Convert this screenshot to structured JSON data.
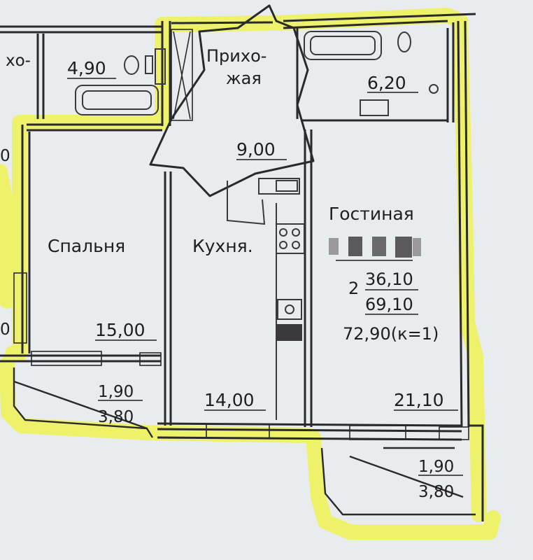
{
  "colors": {
    "paper": "#e9ecee",
    "wall": "#2a2a2e",
    "highlight": "#eef26a",
    "fixture": "#3a3a3e",
    "blur": "#5a5a5e"
  },
  "rooms": {
    "left_partial": "хо-",
    "bath_left": "4,90",
    "hall_line1": "Прихо-",
    "hall_line2": "жая",
    "bath_right": "6,20",
    "hall_area": "9,00",
    "bedroom_name": "Спальня",
    "bedroom_area": "15,00",
    "kitchen_name": "Кухня.",
    "kitchen_area": "14,00",
    "living_name": "Гостиная",
    "living_area": "21,10",
    "balcony_left_1": "1,90",
    "balcony_left_2": "3,80",
    "balcony_right_1": "1,90",
    "balcony_right_2": "3,80"
  },
  "summary": {
    "rooms_count": "2",
    "living_area": "36,10",
    "total_area": "69,10",
    "total_with_balcony": "72,90(к=1)"
  },
  "edge_marks": {
    "left_top": "0",
    "left_bottom": "0"
  }
}
